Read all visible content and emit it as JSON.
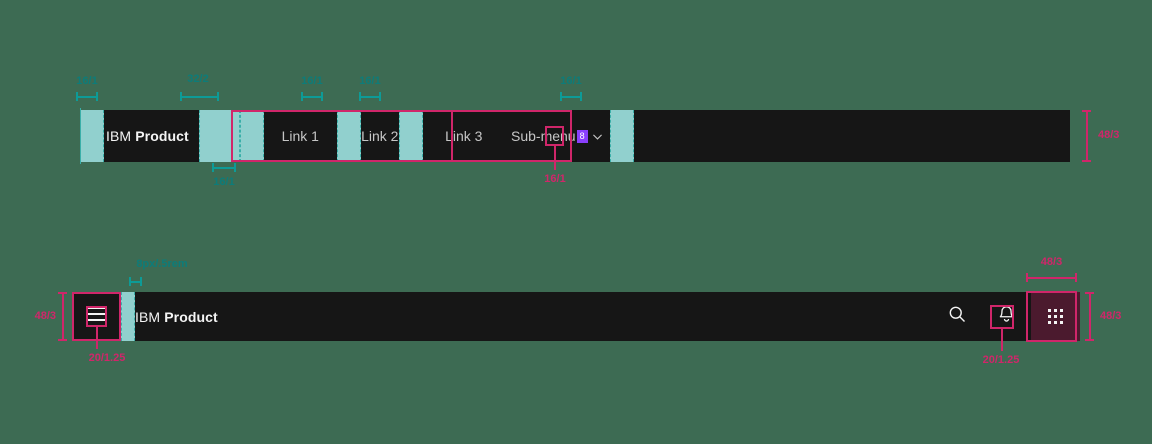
{
  "meta": {
    "background_color": "#3d6b53",
    "nav_background": "#161616",
    "spacer_color": "#91d0ce",
    "teal_annotation_color": "#0d7c79",
    "pink_annotation_color": "#d0266a",
    "badge_color": "#8a3ffc"
  },
  "nav_primary": {
    "brand_prefix": "IBM",
    "brand_name": "Product",
    "links": [
      {
        "label": "Link 1"
      },
      {
        "label": "Link 2"
      },
      {
        "label": "Link 3"
      }
    ],
    "submenu": {
      "label": "Sub-menu",
      "badge": "8",
      "chevron_icon": "chevron-down-icon"
    },
    "annotations": {
      "leading_spacer": "16/1",
      "brand_trailing_spacer": "32/2",
      "brand_bottom_gap": "16/1",
      "link1_gap": "16/1",
      "link2_gap": "16/1",
      "submenu_trailing_spacer": "16/1",
      "submenu_chevron_size": "16/1",
      "bar_height": "48/3"
    }
  },
  "nav_secondary": {
    "brand_prefix": "IBM",
    "brand_name": "Product",
    "menu_icon": "hamburger-menu-icon",
    "actions": [
      {
        "icon": "search-icon"
      },
      {
        "icon": "notification-bell-icon"
      },
      {
        "icon": "app-switcher-grid-icon"
      }
    ],
    "annotations": {
      "menu_button_height": "48/3",
      "menu_icon_size": "20/1.25",
      "brand_left_gap": "8px/.5rem",
      "bell_icon_size": "20/1.25",
      "app_switcher_width": "48/3",
      "app_switcher_height": "48/3"
    }
  }
}
